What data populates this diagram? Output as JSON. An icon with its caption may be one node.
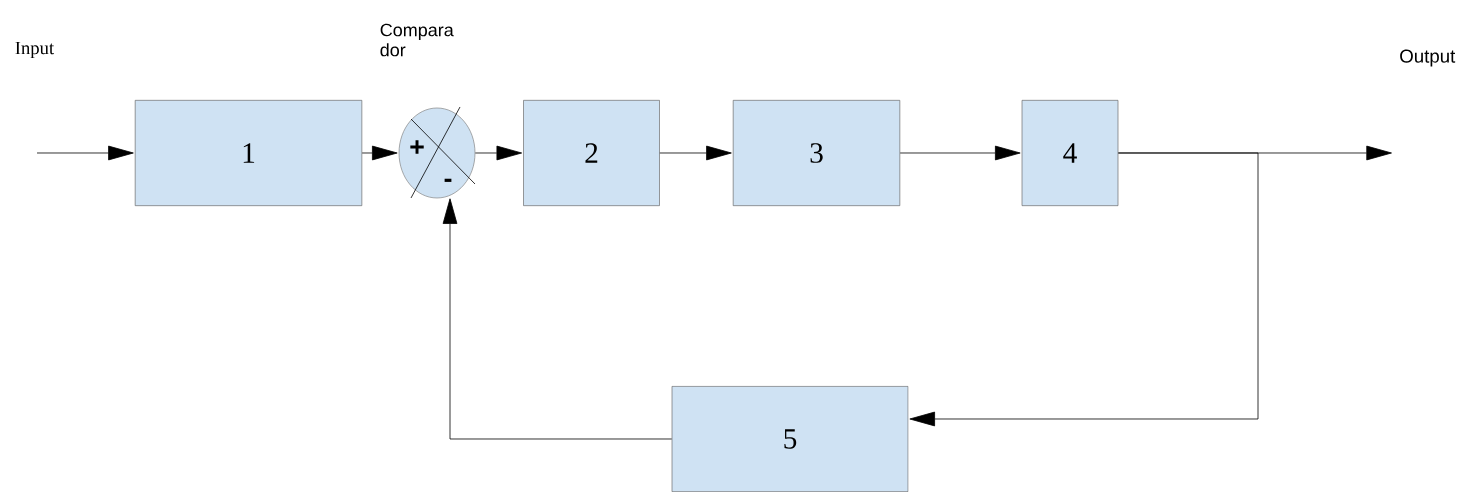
{
  "diagram": {
    "nodes": [
      {
        "text": [
          "1"
        ]
      },
      {
        "text": [
          "Compara dor",
          "+",
          "-"
        ]
      },
      {
        "text": [
          "2"
        ]
      },
      {
        "text": [
          "3"
        ]
      },
      {
        "text": [
          "4"
        ]
      },
      {
        "text": [
          "5"
        ]
      }
    ],
    "edges": [
      {
        "from": null,
        "to": 0,
        "arrow": "to"
      },
      {
        "from": 0,
        "to": 1,
        "arrow": "to"
      },
      {
        "from": 1,
        "to": 2,
        "arrow": "to"
      },
      {
        "from": 2,
        "to": 3,
        "arrow": "to"
      },
      {
        "from": 3,
        "to": 4,
        "arrow": "to"
      },
      {
        "from": 4,
        "to": null,
        "arrow": "to"
      },
      {
        "from": 4,
        "to": 5,
        "arrow": "to"
      },
      {
        "from": 5,
        "to": 1,
        "arrow": "to"
      }
    ],
    "labels": [
      "Input",
      "Output"
    ]
  }
}
